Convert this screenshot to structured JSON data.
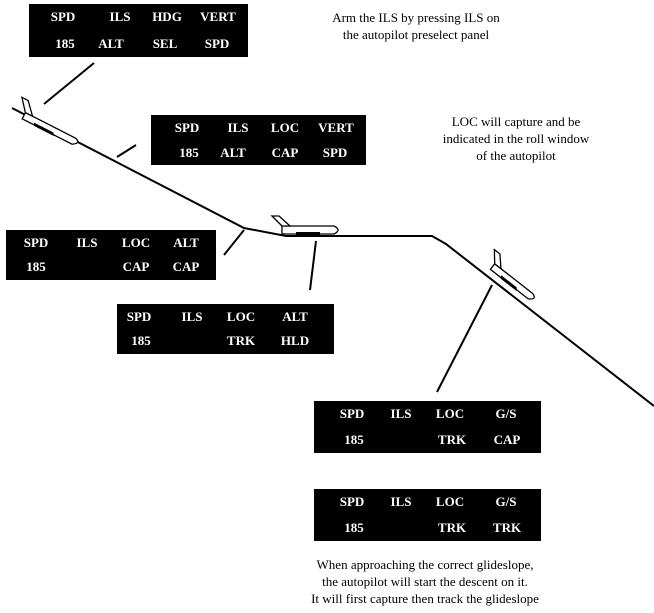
{
  "annotations": {
    "arm_ils": [
      "Arm the ILS by pressing ILS on",
      "the autopilot preselect panel"
    ],
    "loc_capture": [
      "LOC will capture and be",
      "indicated in the roll window",
      "of the autopilot"
    ],
    "glideslope": [
      "When approaching the correct glideslope,",
      "the autopilot will start the descent on it.",
      "It will first capture then track the glideslope"
    ]
  },
  "panels": {
    "p1": {
      "top": [
        "SPD",
        "ILS",
        "HDG",
        "VERT"
      ],
      "bottom": [
        "185",
        "ALT",
        "SEL",
        "SPD"
      ]
    },
    "p2": {
      "top": [
        "SPD",
        "ILS",
        "LOC",
        "VERT"
      ],
      "bottom": [
        "185",
        "ALT",
        "CAP",
        "SPD"
      ]
    },
    "p3": {
      "top": [
        "SPD",
        "ILS",
        "LOC",
        "ALT"
      ],
      "bottom": [
        "185",
        "",
        "CAP",
        "CAP"
      ]
    },
    "p4": {
      "top": [
        "SPD",
        "ILS",
        "LOC",
        "ALT"
      ],
      "bottom": [
        "185",
        "",
        "TRK",
        "HLD"
      ]
    },
    "p5": {
      "top": [
        "SPD",
        "ILS",
        "LOC",
        "G/S"
      ],
      "bottom": [
        "185",
        "",
        "TRK",
        "CAP"
      ]
    },
    "p6": {
      "top": [
        "SPD",
        "ILS",
        "LOC",
        "G/S"
      ],
      "bottom": [
        "185",
        "",
        "TRK",
        "TRK"
      ]
    }
  }
}
